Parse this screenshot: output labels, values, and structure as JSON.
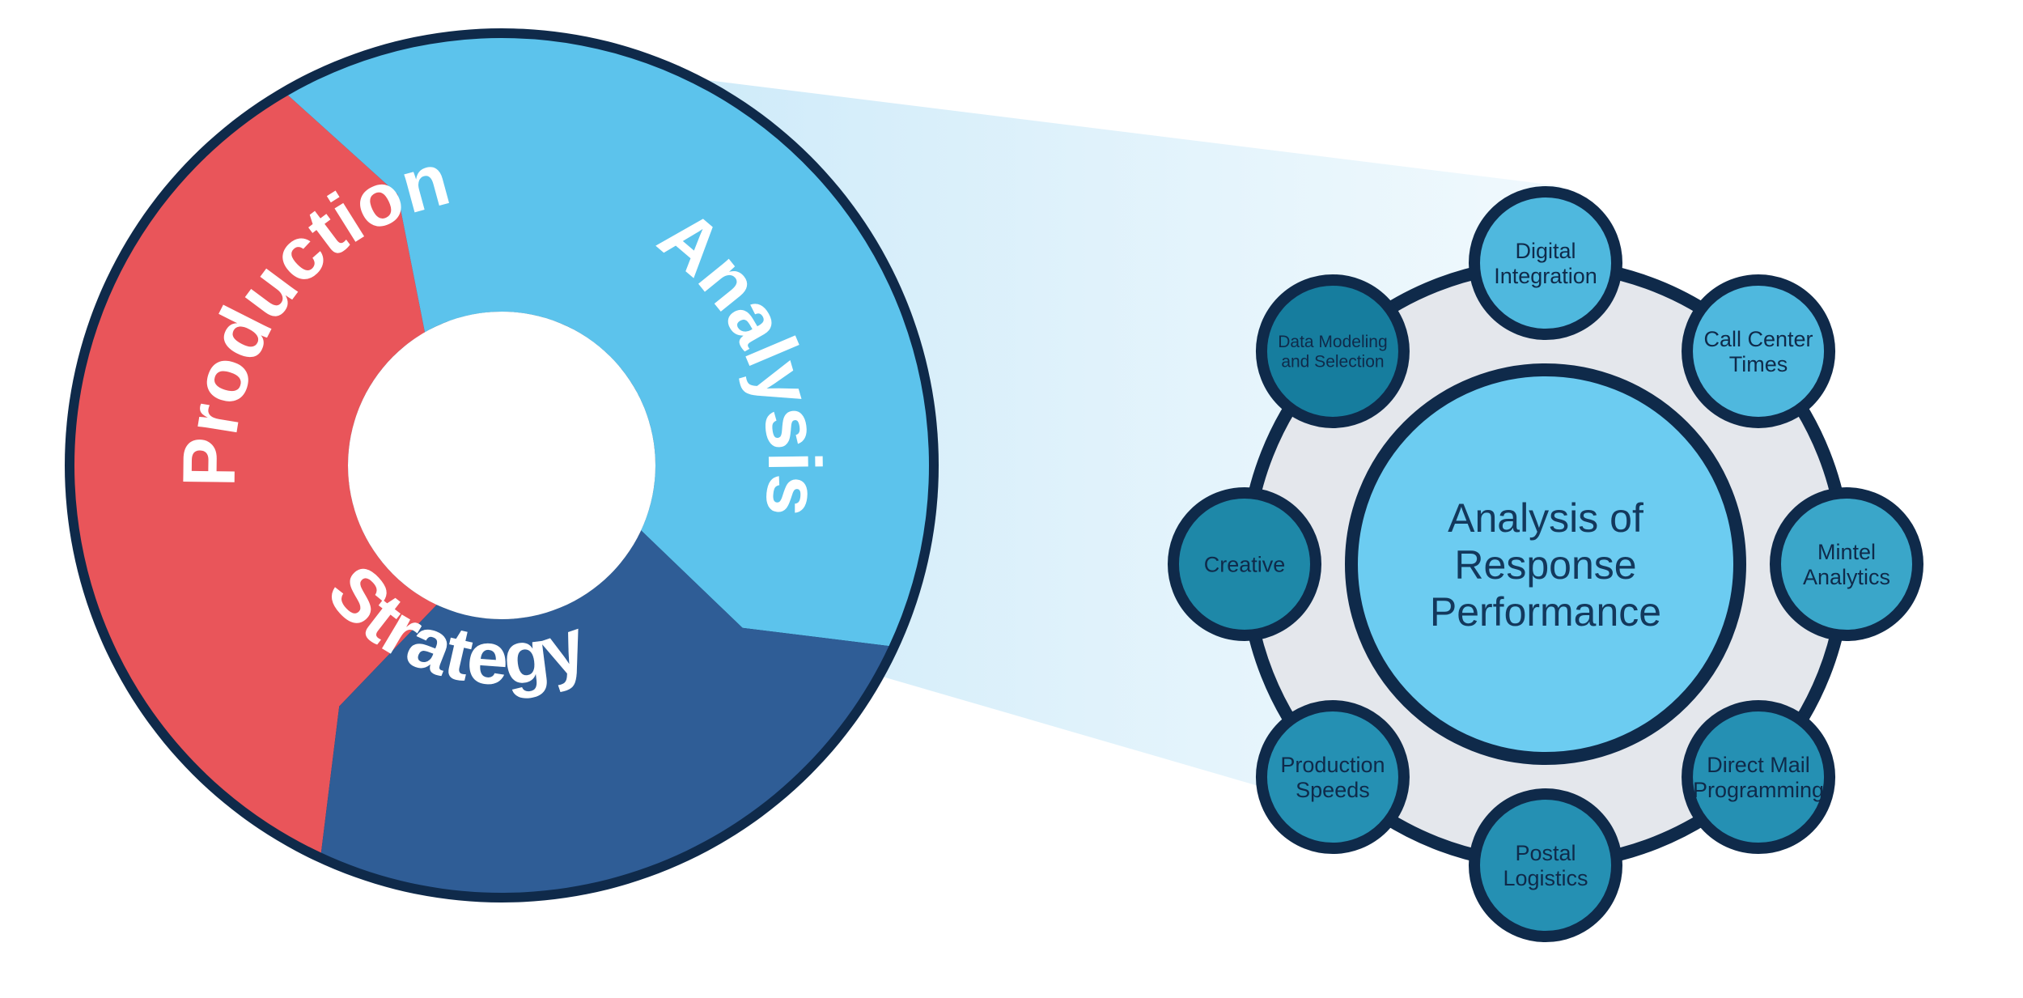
{
  "cycle": {
    "segments": [
      {
        "label": "Production",
        "color": "#e9555a"
      },
      {
        "label": "Analysis",
        "color": "#5cc3ec"
      },
      {
        "label": "Strategy",
        "color": "#2f5d96"
      }
    ],
    "ring_color": "#0f2a4a"
  },
  "hub": {
    "title_lines": [
      "Analysis of",
      "Response",
      "Performance"
    ],
    "center_color": "#6cccf1",
    "track_color": "#e4e7ec",
    "outline_color": "#0f2a4a"
  },
  "nodes": [
    {
      "lines": [
        "Digital",
        "Integration"
      ],
      "color": "#4fb8de"
    },
    {
      "lines": [
        "Call Center",
        "Times"
      ],
      "color": "#4fb8de"
    },
    {
      "lines": [
        "Mintel",
        "Analytics"
      ],
      "color": "#3aa6c9"
    },
    {
      "lines": [
        "Direct Mail",
        "Programming"
      ],
      "color": "#2590b3"
    },
    {
      "lines": [
        "Postal",
        "Logistics"
      ],
      "color": "#2590b3"
    },
    {
      "lines": [
        "Production",
        "Speeds"
      ],
      "color": "#2590b3"
    },
    {
      "lines": [
        "Creative"
      ],
      "color": "#1e88a8"
    },
    {
      "lines": [
        "Data Modeling",
        "and Selection"
      ],
      "color": "#167d9e"
    }
  ],
  "beam_color": "#cfeaf8"
}
